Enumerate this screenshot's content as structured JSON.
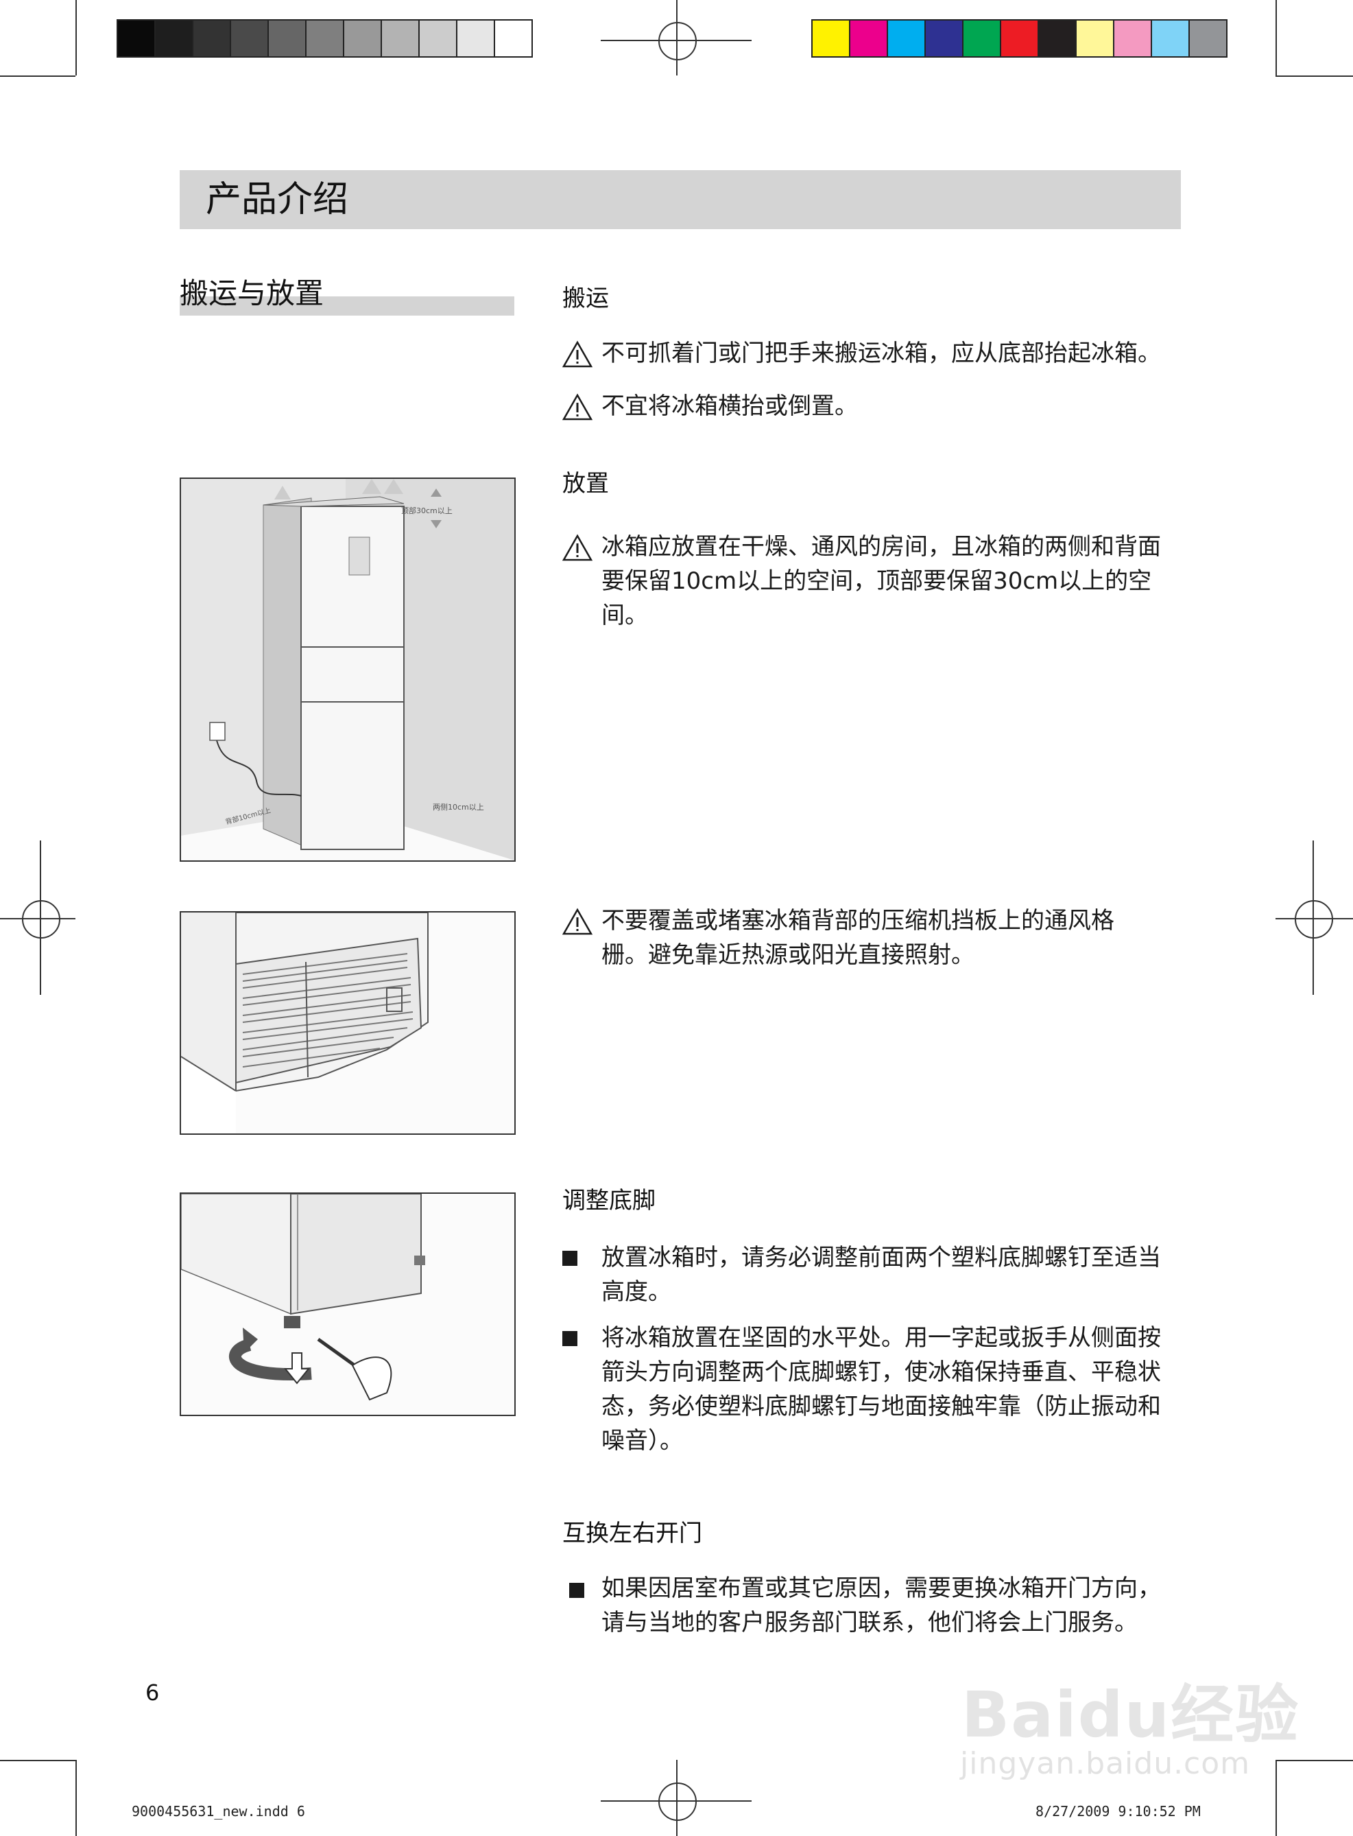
{
  "header": {
    "title": "产品介绍"
  },
  "section": {
    "title": "搬运与放置"
  },
  "transport": {
    "title": "搬运",
    "warnings": [
      "不可抓着门或门把手来搬运冰箱，应从底部抬起冰箱。",
      "不宜将冰箱横抬或倒置。"
    ]
  },
  "placement": {
    "title": "放置",
    "warning_lines": [
      "冰箱应放置在干燥、通风的房间，且冰箱的两侧和背面",
      "要保留10cm以上的空间，顶部要保留30cm以上的空",
      "间。"
    ],
    "figure_labels": {
      "top": "顶部30cm以上",
      "side_right": "两侧10cm以上",
      "side_left": "背部10cm以上"
    }
  },
  "ventilation": {
    "warning_lines": [
      "不要覆盖或堵塞冰箱背部的压缩机挡板上的通风格",
      "栅。避免靠近热源或阳光直接照射。"
    ]
  },
  "feet": {
    "title": "调整底脚",
    "items": [
      {
        "lines": [
          "放置冰箱时，请务必调整前面两个塑料底脚螺钉至适当",
          "高度。"
        ]
      },
      {
        "lines": [
          "将冰箱放置在坚固的水平处。用一字起或扳手从侧面按",
          "箭头方向调整两个底脚螺钉，使冰箱保持垂直、平稳状",
          "态，务必使塑料底脚螺钉与地面接触牢靠（防止振动和",
          "噪音）。"
        ]
      }
    ]
  },
  "door": {
    "title": "互换左右开门",
    "items": [
      {
        "lines": [
          "如果因居室布置或其它原因，需要更换冰箱开门方向，",
          "请与当地的客户服务部门联系，他们将会上门服务。"
        ]
      }
    ]
  },
  "footer": {
    "page_number": "6",
    "slug_left": "9000455631_new.indd   6",
    "slug_right": "8/27/2009   9:10:52 PM"
  },
  "watermark": {
    "main": "Baidu经验",
    "sub": "jingyan.baidu.com"
  },
  "colors": {
    "gray_swatches": [
      "#0a0a0a",
      "#1e1e1e",
      "#333333",
      "#4a4a4a",
      "#666666",
      "#7f7f7f",
      "#999999",
      "#b3b3b3",
      "#cccccc",
      "#e6e6e6",
      "#ffffff"
    ],
    "color_swatches": [
      "#fff200",
      "#ec008c",
      "#00aeef",
      "#2e3192",
      "#00a651",
      "#ed1c24",
      "#231f20",
      "#fff799",
      "#f49ac1",
      "#7fd3f7",
      "#939598"
    ]
  }
}
